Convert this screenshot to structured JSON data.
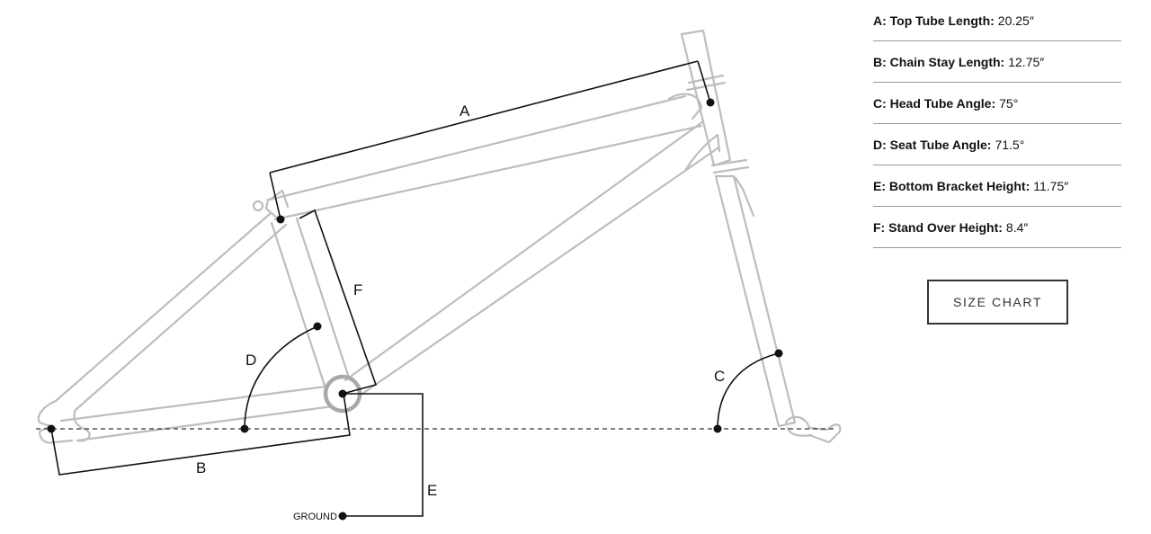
{
  "diagram": {
    "labels": {
      "a": "A",
      "b": "B",
      "c": "C",
      "d": "D",
      "e": "E",
      "f": "F",
      "ground": "GROUND"
    }
  },
  "specs": [
    {
      "key": "A: Top Tube Length:",
      "value": "20.25″"
    },
    {
      "key": "B: Chain Stay Length:",
      "value": "12.75″"
    },
    {
      "key": "C: Head Tube Angle:",
      "value": "75°"
    },
    {
      "key": "D: Seat Tube Angle:",
      "value": "71.5°"
    },
    {
      "key": "E: Bottom Bracket Height:",
      "value": "11.75″"
    },
    {
      "key": "F: Stand Over Height:",
      "value": "8.4″"
    }
  ],
  "size_chart_button": "SIZE CHART"
}
